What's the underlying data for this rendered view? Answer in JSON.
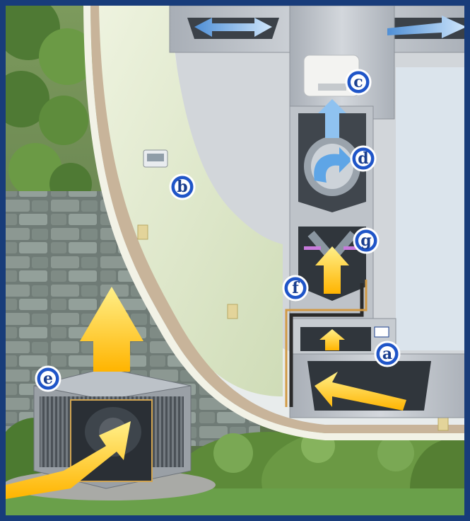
{
  "colors": {
    "frame": "#183c7a",
    "label_fill": "#1f55c8",
    "label_text": "#ffffff",
    "wall_face": "#d9e6c6",
    "duct": "#b9bfc6",
    "airflow_warm": "#ffd21f",
    "airflow_cool": "#8fc2f0",
    "foliage": "#5c8a3a",
    "stone": "#7f8c86"
  },
  "callouts": {
    "a": "a",
    "b": "b",
    "c": "c",
    "d": "d",
    "e": "e",
    "f": "f",
    "g": "g"
  },
  "icons": {
    "thermostat": "thermostat-icon",
    "humidifier": "humidifier-icon",
    "air_cleaner": "air-cleaner-icon",
    "condenser": "condenser-unit-icon"
  }
}
